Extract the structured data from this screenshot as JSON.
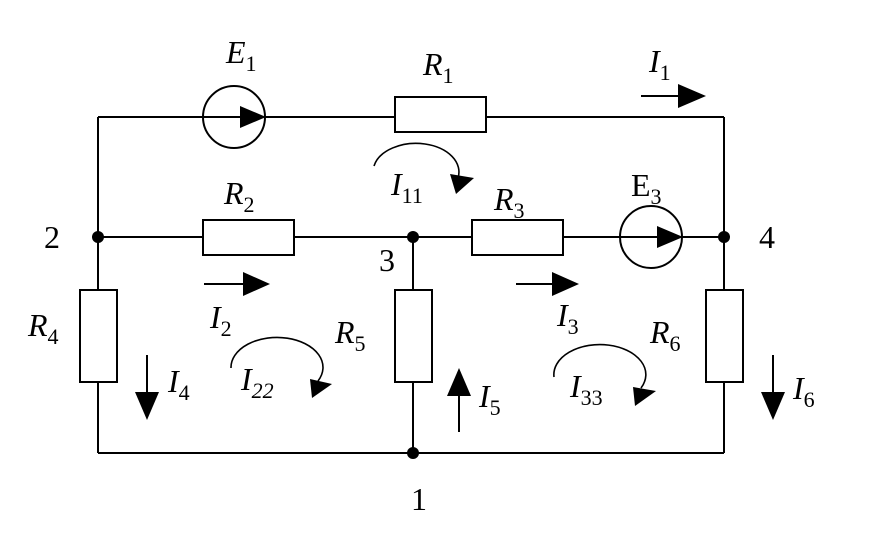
{
  "sources": {
    "E1": {
      "base": "E",
      "sub": "1",
      "italic": true
    },
    "E3": {
      "base": "E",
      "sub": "3",
      "italic": false
    }
  },
  "resistors": {
    "R1": {
      "base": "R",
      "sub": "1"
    },
    "R2": {
      "base": "R",
      "sub": "2"
    },
    "R3": {
      "base": "R",
      "sub": "3"
    },
    "R4": {
      "base": "R",
      "sub": "4"
    },
    "R5": {
      "base": "R",
      "sub": "5"
    },
    "R6": {
      "base": "R",
      "sub": "6"
    }
  },
  "currents": {
    "I1": {
      "base": "I",
      "sub": "1"
    },
    "I2": {
      "base": "I",
      "sub": "2"
    },
    "I3": {
      "base": "I",
      "sub": "3"
    },
    "I4": {
      "base": "I",
      "sub": "4"
    },
    "I5": {
      "base": "I",
      "sub": "5"
    },
    "I6": {
      "base": "I",
      "sub": "6"
    }
  },
  "loop_currents": {
    "I11": {
      "base": "I",
      "sub": "11"
    },
    "I22": {
      "base": "I",
      "sub": "22"
    },
    "I33": {
      "base": "I",
      "sub": "33"
    }
  },
  "nodes": {
    "n1": "1",
    "n2": "2",
    "n3": "3",
    "n4": "4"
  }
}
